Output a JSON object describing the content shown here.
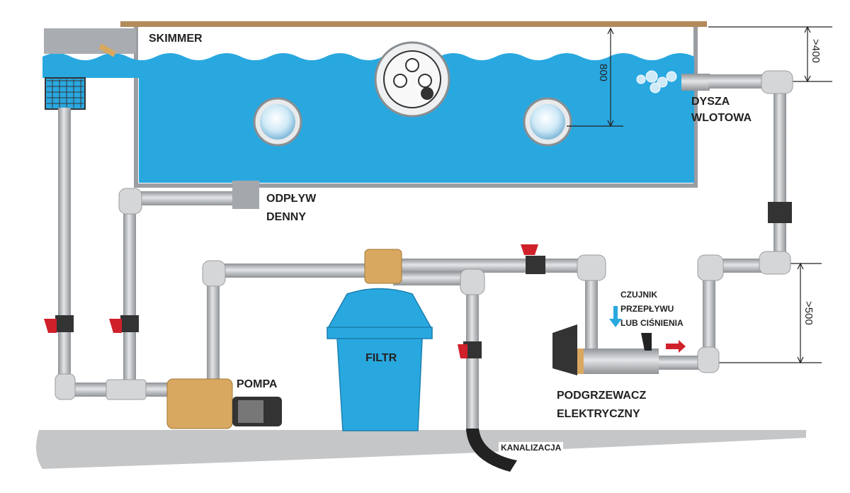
{
  "labels": {
    "skimmer": "SKIMMER",
    "nozzle_line1": "DYSZA",
    "nozzle_line2": "WLOTOWA",
    "drain_line1": "ODPŁYW",
    "drain_line2": "DENNY",
    "pump": "POMPA",
    "filter": "FILTR",
    "heater_line1": "PODGRZEWACZ",
    "heater_line2": "ELEKTRYCZNY",
    "sensor_line1": "CZUJNIK",
    "sensor_line2": "PRZEPŁYWU",
    "sensor_line3": "LUB CIŚNIENIA",
    "sewer": "KANALIZACJA"
  },
  "dimensions": {
    "water_depth": "800",
    "nozzle_depth": ">400",
    "heater_height": ">500"
  },
  "colors": {
    "water": "#29a8e0",
    "pipe": "#b9bcc0",
    "valve": "#d0202a",
    "brass": "#d9a860",
    "deck": "#b38a5a"
  }
}
